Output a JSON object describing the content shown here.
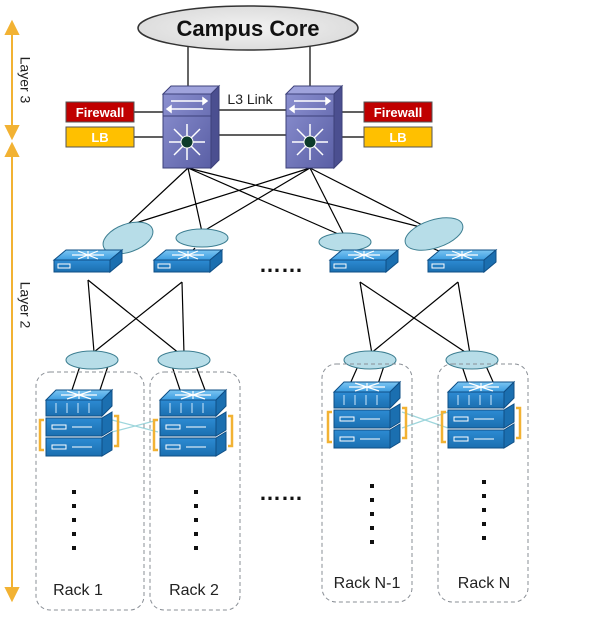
{
  "core": {
    "label": "Campus Core"
  },
  "layers": {
    "layer3": "Layer 3",
    "layer2": "Layer 2"
  },
  "l3_link": "L3 Link",
  "services": {
    "firewall": "Firewall",
    "lb": "LB"
  },
  "ellipsis": "……",
  "racks": [
    "Rack 1",
    "Rack 2",
    "Rack N-1",
    "Rack N"
  ],
  "colors": {
    "firewall": "#c00000",
    "lb": "#ffc000",
    "layer_arrow": "#f2b233",
    "switch_blue": "#2f8fd6",
    "router_purple": "#6a6fb3",
    "ellipse": "#b7dde8",
    "core_fill": "#e6e6e6"
  }
}
